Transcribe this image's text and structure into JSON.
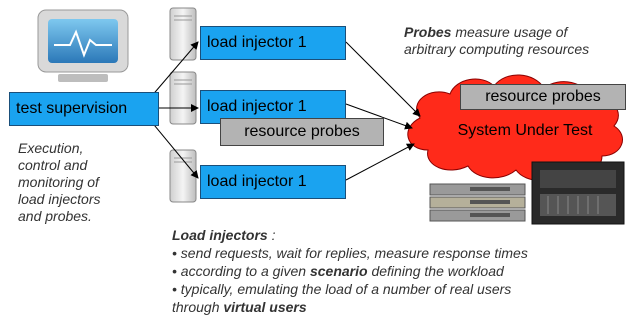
{
  "supervision": {
    "label": "test supervision"
  },
  "supervision_desc": [
    "Execution,",
    "control and",
    "monitoring of",
    "load injectors",
    "and probes."
  ],
  "injectors": [
    {
      "label": "load injector 1"
    },
    {
      "label": "load injector 1"
    },
    {
      "label": "load injector 1"
    }
  ],
  "injector_probe": {
    "label": "resource probes"
  },
  "sut": {
    "label": "System Under Test",
    "probe_label": "resource probes"
  },
  "probes_note": {
    "bold": "Probes",
    "rest1": " measure usage of",
    "line2": "arbitrary computing resources"
  },
  "load_note": {
    "title_bold": "Load injectors",
    "title_rest": " :",
    "line1": "• send requests, wait for replies, measure response times",
    "line2_a": "• according to a given ",
    "line2_b": "scenario",
    "line2_c": " defining the workload",
    "line3": "• typically, emulating the load of a number of real users",
    "line4_a": "through ",
    "line4_b": "virtual users"
  },
  "colors": {
    "injector_blue": "#1aa3f0",
    "probe_grey": "#b3b3b3",
    "cloud_red": "#ff2a1a"
  }
}
